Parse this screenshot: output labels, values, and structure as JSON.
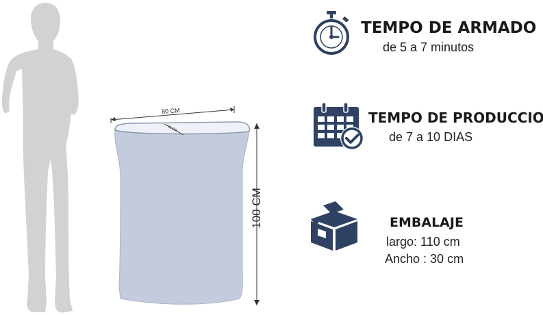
{
  "product": {
    "width_label": "80 CM",
    "depth_label": "40 CM",
    "height_label": "100 CM"
  },
  "features": [
    {
      "icon": "stopwatch-icon",
      "title": "TEMPO DE ARMADO",
      "detail": "de 5 a 7 minutos"
    },
    {
      "icon": "calendar-check-icon",
      "title": "TEMPO DE PRODUCCION",
      "detail": "de 7 a 10 DIAS"
    },
    {
      "icon": "package-box-icon",
      "title": "EMBALAJE",
      "details": [
        "largo: 110 cm",
        "Ancho : 30 cm"
      ]
    }
  ],
  "colors": {
    "icon": "#2f4263",
    "counter": "#c3cbdc",
    "silhouette": "#d2d2d2",
    "text": "#1a1a1a"
  }
}
